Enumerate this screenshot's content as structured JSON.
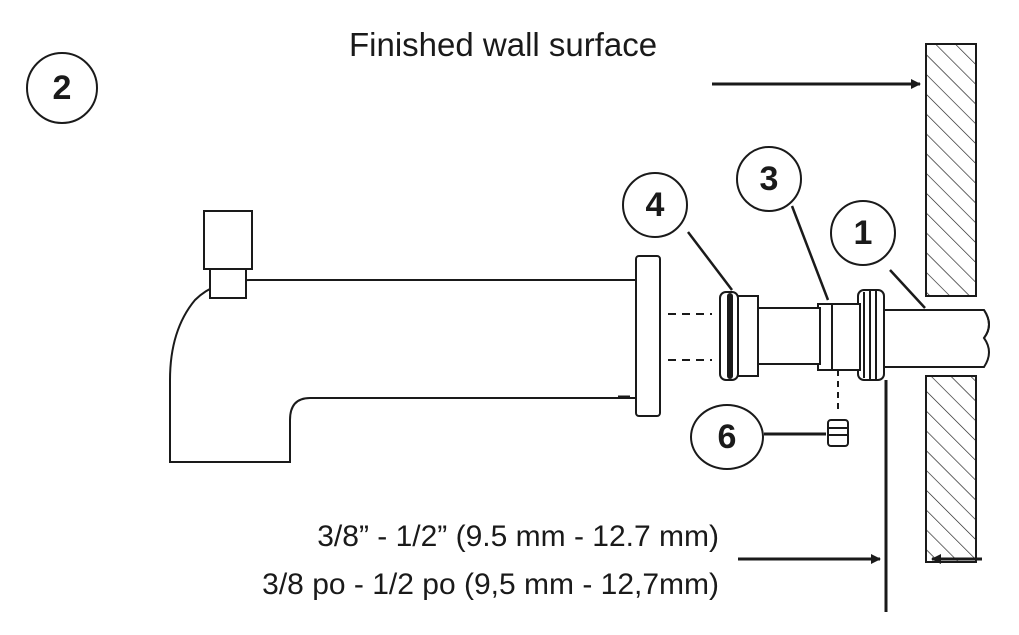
{
  "step_number": "2",
  "wall_label": "Finished wall surface",
  "callouts": [
    "4",
    "3",
    "1",
    "6"
  ],
  "dimension": {
    "imperial": "3/8” - 1/2” (9.5 mm - 12.7 mm)",
    "french": "3/8 po - 1/2 po (9,5 mm - 12,7mm)"
  },
  "colors": {
    "line": "#1a1a1a",
    "background": "#ffffff"
  }
}
